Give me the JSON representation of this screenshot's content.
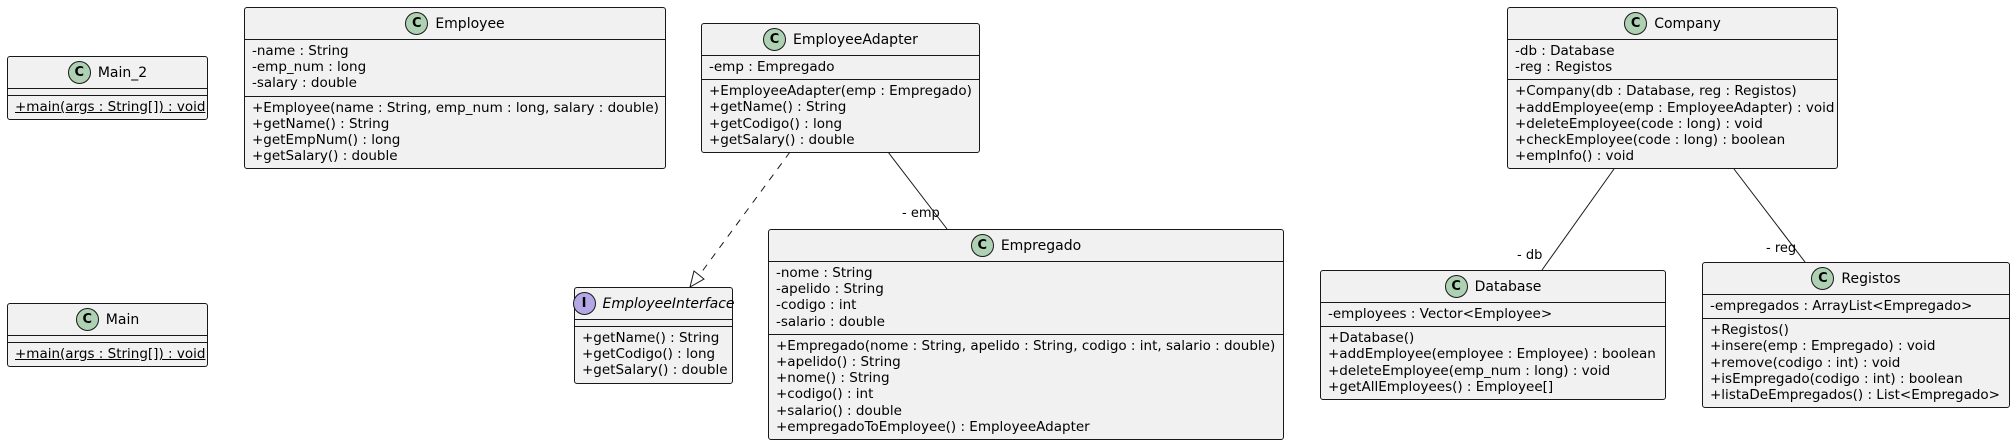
{
  "diagram": {
    "classes": {
      "main_2": {
        "kind": "C",
        "name": "Main_2",
        "attributes": [],
        "methods": [
          "+main(args : String[]) : void"
        ]
      },
      "main": {
        "kind": "C",
        "name": "Main",
        "attributes": [],
        "methods": [
          "+main(args : String[]) : void"
        ]
      },
      "employee": {
        "kind": "C",
        "name": "Employee",
        "attributes": [
          "-name : String",
          "-emp_num : long",
          "-salary : double"
        ],
        "methods": [
          "+Employee(name : String, emp_num : long, salary : double)",
          "+getName() : String",
          "+getEmpNum() : long",
          "+getSalary() : double"
        ]
      },
      "employee_adapter": {
        "kind": "C",
        "name": "EmployeeAdapter",
        "attributes": [
          "-emp : Empregado"
        ],
        "methods": [
          "+EmployeeAdapter(emp : Empregado)",
          "+getName() : String",
          "+getCodigo() : long",
          "+getSalary() : double"
        ]
      },
      "employee_interface": {
        "kind": "I",
        "name": "EmployeeInterface",
        "attributes": [],
        "methods": [
          "+getName() : String",
          "+getCodigo() : long",
          "+getSalary() : double"
        ]
      },
      "empregado": {
        "kind": "C",
        "name": "Empregado",
        "attributes": [
          "-nome : String",
          "-apelido : String",
          "-codigo : int",
          "-salario : double"
        ],
        "methods": [
          "+Empregado(nome : String, apelido : String, codigo : int, salario : double)",
          "+apelido() : String",
          "+nome() : String",
          "+codigo() : int",
          "+salario() : double",
          "+empregadoToEmployee() : EmployeeAdapter"
        ]
      },
      "company": {
        "kind": "C",
        "name": "Company",
        "attributes": [
          "-db : Database",
          "-reg : Registos"
        ],
        "methods": [
          "+Company(db : Database, reg : Registos)",
          "+addEmployee(emp : EmployeeAdapter) : void",
          "+deleteEmployee(code : long) : void",
          "+checkEmployee(code : long) : boolean",
          "+empInfo() : void"
        ]
      },
      "database": {
        "kind": "C",
        "name": "Database",
        "attributes": [
          "-employees : Vector<Employee>"
        ],
        "methods": [
          "+Database()",
          "+addEmployee(employee : Employee) : boolean",
          "+deleteEmployee(emp_num : long) : void",
          "+getAllEmployees() : Employee[]"
        ]
      },
      "registos": {
        "kind": "C",
        "name": "Registos",
        "attributes": [
          "-empregados : ArrayList<Empregado>"
        ],
        "methods": [
          "+Registos()",
          "+insere(emp : Empregado) : void",
          "+remove(codigo : int) : void",
          "+isEmpregado(codigo : int) : boolean",
          "+listaDeEmpregados() : List<Empregado>"
        ]
      }
    },
    "relations": [
      {
        "from": "EmployeeAdapter",
        "to": "EmployeeInterface",
        "type": "realization",
        "label": ""
      },
      {
        "from": "EmployeeAdapter",
        "to": "Empregado",
        "type": "association",
        "label": "- emp"
      },
      {
        "from": "Company",
        "to": "Database",
        "type": "association",
        "label": "- db"
      },
      {
        "from": "Company",
        "to": "Registos",
        "type": "association",
        "label": "- reg"
      }
    ]
  }
}
